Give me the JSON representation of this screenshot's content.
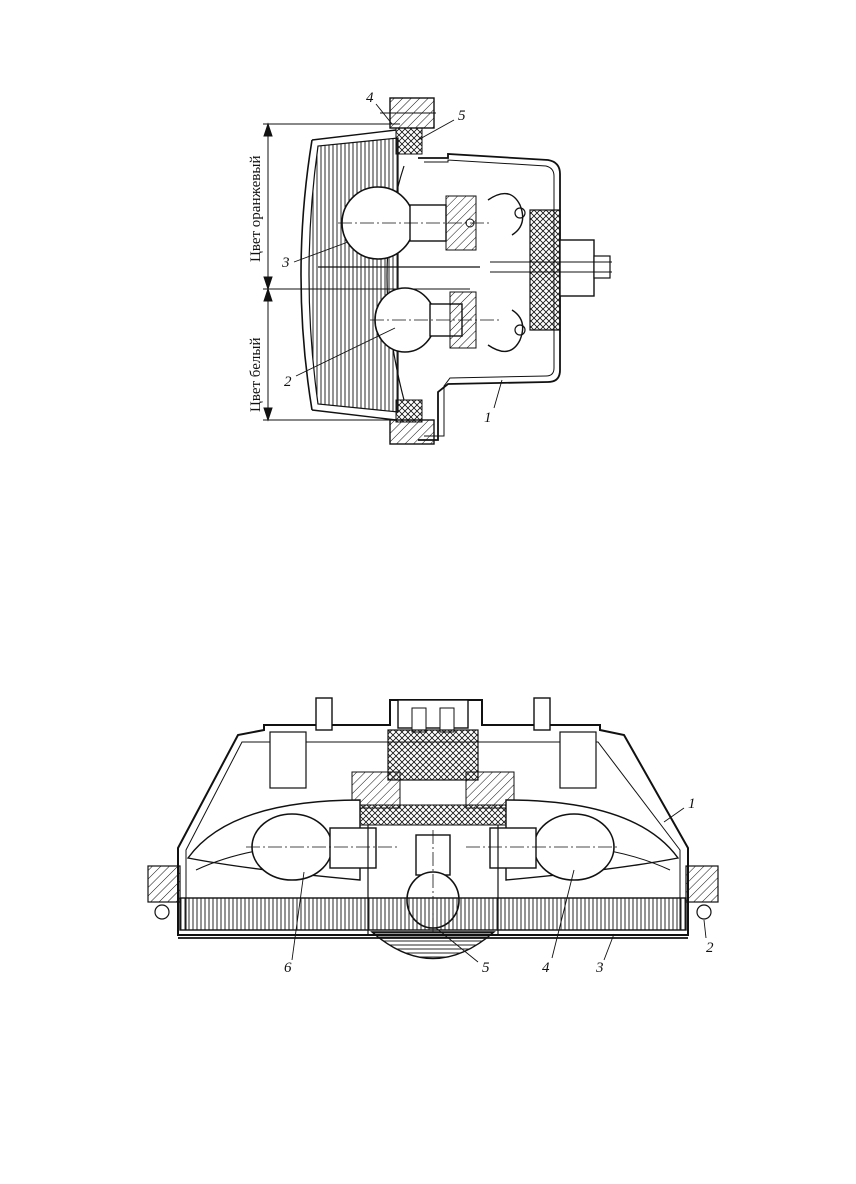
{
  "figure_top": {
    "dimension_labels": {
      "upper": "Цвет оранжевый",
      "lower": "Цвет белый"
    },
    "callouts": [
      "1",
      "2",
      "3",
      "4",
      "5"
    ]
  },
  "figure_bottom": {
    "callouts": [
      "1",
      "2",
      "3",
      "4",
      "5",
      "6"
    ]
  },
  "colors": {
    "ink": "#111111",
    "paper": "#ffffff"
  }
}
